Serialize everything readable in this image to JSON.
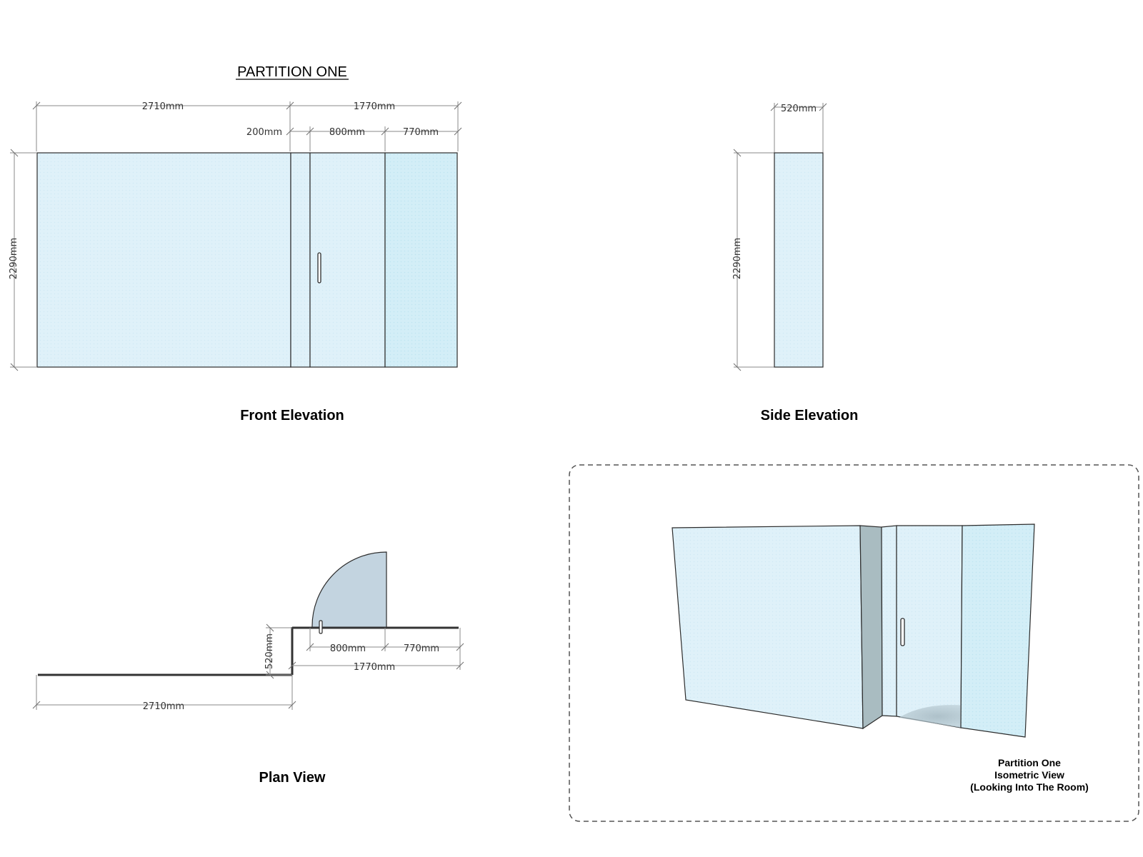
{
  "title": "PARTITION ONE",
  "views": {
    "front": "Front Elevation",
    "side": "Side Elevation",
    "plan": "Plan View"
  },
  "isometric_caption": [
    "Partition One",
    "Isometric View",
    "(Looking Into The Room)"
  ],
  "dimensions": {
    "left_panel": "2710mm",
    "door_section": "1770mm",
    "return": "200mm",
    "door": "800mm",
    "side_panel": "770mm",
    "height": "2290mm",
    "depth": "520mm"
  },
  "colors": {
    "glass": "#dff1f9",
    "glass_side": "#d6eef8",
    "swing": "#c3d4e0",
    "column": "#a9bcc1",
    "outline": "#2c2c2c"
  }
}
